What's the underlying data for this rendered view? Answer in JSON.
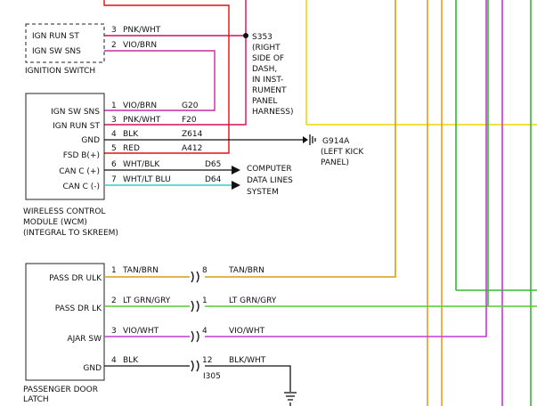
{
  "colors": {
    "pnk_wht": "#d0105a",
    "vio_brn": "#c22fa0",
    "red": "#e01010",
    "blk": "#111111",
    "tan_brn": "#d89a1a",
    "lt_grn_gry": "#55cc33",
    "vio_wht": "#c23bd6",
    "wht_lt_blu": "#33cccc",
    "wht_blk": "#111111",
    "yellow": "#e8d800",
    "green": "#33bb33",
    "orange": "#e89b22",
    "magenta": "#c23bd6"
  },
  "ignition_switch": {
    "label": "IGNITION SWITCH",
    "pins": [
      {
        "name": "IGN RUN ST",
        "num": "3",
        "wire": "PNK/WHT"
      },
      {
        "name": "IGN SW SNS",
        "num": "2",
        "wire": "VIO/BRN"
      }
    ]
  },
  "splice": {
    "lines": [
      "S353",
      "(RIGHT",
      "SIDE OF",
      "DASH,",
      "IN INST-",
      "RUMENT",
      "PANEL",
      "HARNESS)"
    ]
  },
  "wcm": {
    "label_lines": [
      "WIRELESS CONTROL",
      "MODULE (WCM)",
      "(INTEGRAL TO SKREEM)"
    ],
    "pins": [
      {
        "name": "IGN SW SNS",
        "num": "1",
        "wire": "VIO/BRN",
        "circuit": "G20"
      },
      {
        "name": "IGN RUN ST",
        "num": "3",
        "wire": "PNK/WHT",
        "circuit": "F20"
      },
      {
        "name": "GND",
        "num": "4",
        "wire": "BLK",
        "circuit": "Z614"
      },
      {
        "name": "FSD B(+)",
        "num": "5",
        "wire": "RED",
        "circuit": "A412"
      },
      {
        "name": "CAN C (+)",
        "num": "6",
        "wire": "WHT/BLK",
        "circuit": "D65"
      },
      {
        "name": "CAN C (-)",
        "num": "7",
        "wire": "WHT/LT BLU",
        "circuit": "D64"
      }
    ]
  },
  "ground": {
    "lines": [
      "G914A",
      "(LEFT KICK",
      "PANEL)"
    ]
  },
  "computer_data": {
    "lines": [
      "COMPUTER",
      "DATA LINES",
      "SYSTEM"
    ]
  },
  "door_latch": {
    "label_lines": [
      "PASSENGER DOOR",
      "LATCH"
    ],
    "connector": "I305",
    "pins": [
      {
        "name": "PASS DR ULK",
        "num": "1",
        "wire": "TAN/BRN",
        "conn_num": "8",
        "out_wire": "TAN/BRN"
      },
      {
        "name": "PASS DR LK",
        "num": "2",
        "wire": "LT GRN/GRY",
        "conn_num": "1",
        "out_wire": "LT GRN/GRY"
      },
      {
        "name": "AJAR SW",
        "num": "3",
        "wire": "VIO/WHT",
        "conn_num": "4",
        "out_wire": "VIO/WHT"
      },
      {
        "name": "GND",
        "num": "4",
        "wire": "BLK",
        "conn_num": "12",
        "out_wire": "BLK/WHT"
      }
    ]
  }
}
